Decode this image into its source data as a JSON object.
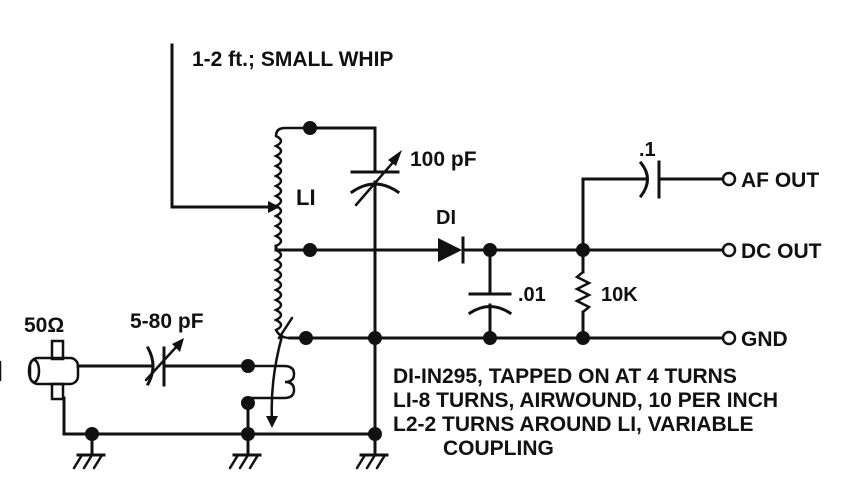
{
  "diagram": {
    "type": "schematic",
    "antenna_label": "1-2 ft.; SMALL WHIP",
    "components": {
      "L1": {
        "label": "LI"
      },
      "C_tune": {
        "label": "100 pF"
      },
      "D1": {
        "label": "DI"
      },
      "C_filter": {
        "label": ".01"
      },
      "R_load": {
        "label": "10K"
      },
      "C_couple": {
        "label": ".1"
      },
      "C_input": {
        "label": "5-80 pF"
      },
      "connector": {
        "label": "50Ω"
      }
    },
    "outputs": [
      {
        "label": "AF OUT"
      },
      {
        "label": "DC OUT"
      },
      {
        "label": "GND"
      }
    ],
    "notes": [
      "DI-IN295, TAPPED ON AT 4 TURNS",
      "LI-8 TURNS, AIRWOUND, 10 PER INCH",
      "L2-2 TURNS AROUND LI, VARIABLE",
      "COUPLING"
    ]
  }
}
